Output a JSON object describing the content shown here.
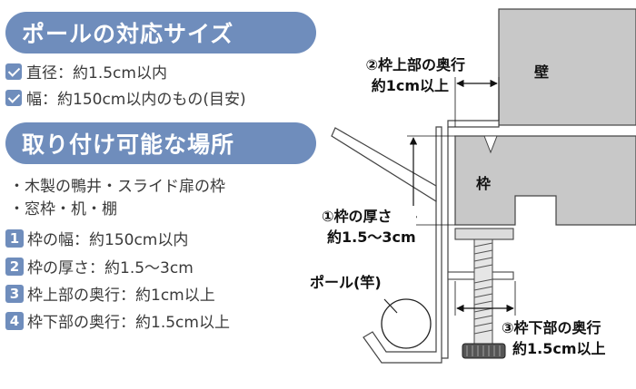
{
  "pole_size": {
    "title": "ポールの対応サイズ",
    "items": [
      "直径：約1.5cm以内",
      "幅：約150cm以内のもの(目安)"
    ]
  },
  "mount_location": {
    "title": "取り付け可能な場所",
    "bullets": [
      "・木製の鴨井・スライド扉の枠",
      "・窓枠・机・棚"
    ],
    "numbered": [
      {
        "num": "1",
        "text": "枠の幅：約150cm以内"
      },
      {
        "num": "2",
        "text": "枠の厚さ：約1.5～3cm"
      },
      {
        "num": "3",
        "text": "枠上部の奥行：約1cm以上"
      },
      {
        "num": "4",
        "text": "枠下部の奥行：約1.5cm以上"
      }
    ]
  },
  "diagram": {
    "wall_label": "壁",
    "frame_label": "枠",
    "pole_label": "ポール(竿)",
    "label2_line1": "②枠上部の奥行",
    "label2_line2": "約1cm以上",
    "label1_line1": "①枠の厚さ",
    "label1_line2": "約1.5～3cm",
    "label3_line1": "③枠下部の奥行",
    "label3_line2": "約1.5cm以上"
  }
}
